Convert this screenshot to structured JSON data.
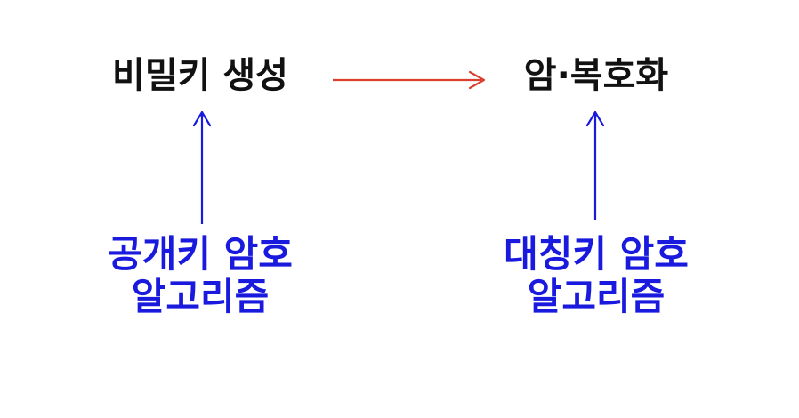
{
  "nodes": {
    "secret_key_generation": "비밀키 생성",
    "encryption_decryption": "암·복호화",
    "public_key_algorithm": {
      "line1": "공개키 암호",
      "line2": "알고리즘"
    },
    "symmetric_key_algorithm": {
      "line1": "대칭키 암호",
      "line2": "알고리즘"
    }
  },
  "colors": {
    "main_text": "#111111",
    "algorithm_text": "#1a1adf",
    "horizontal_arrow": "#d9402f",
    "vertical_arrow": "#1a1adf"
  }
}
